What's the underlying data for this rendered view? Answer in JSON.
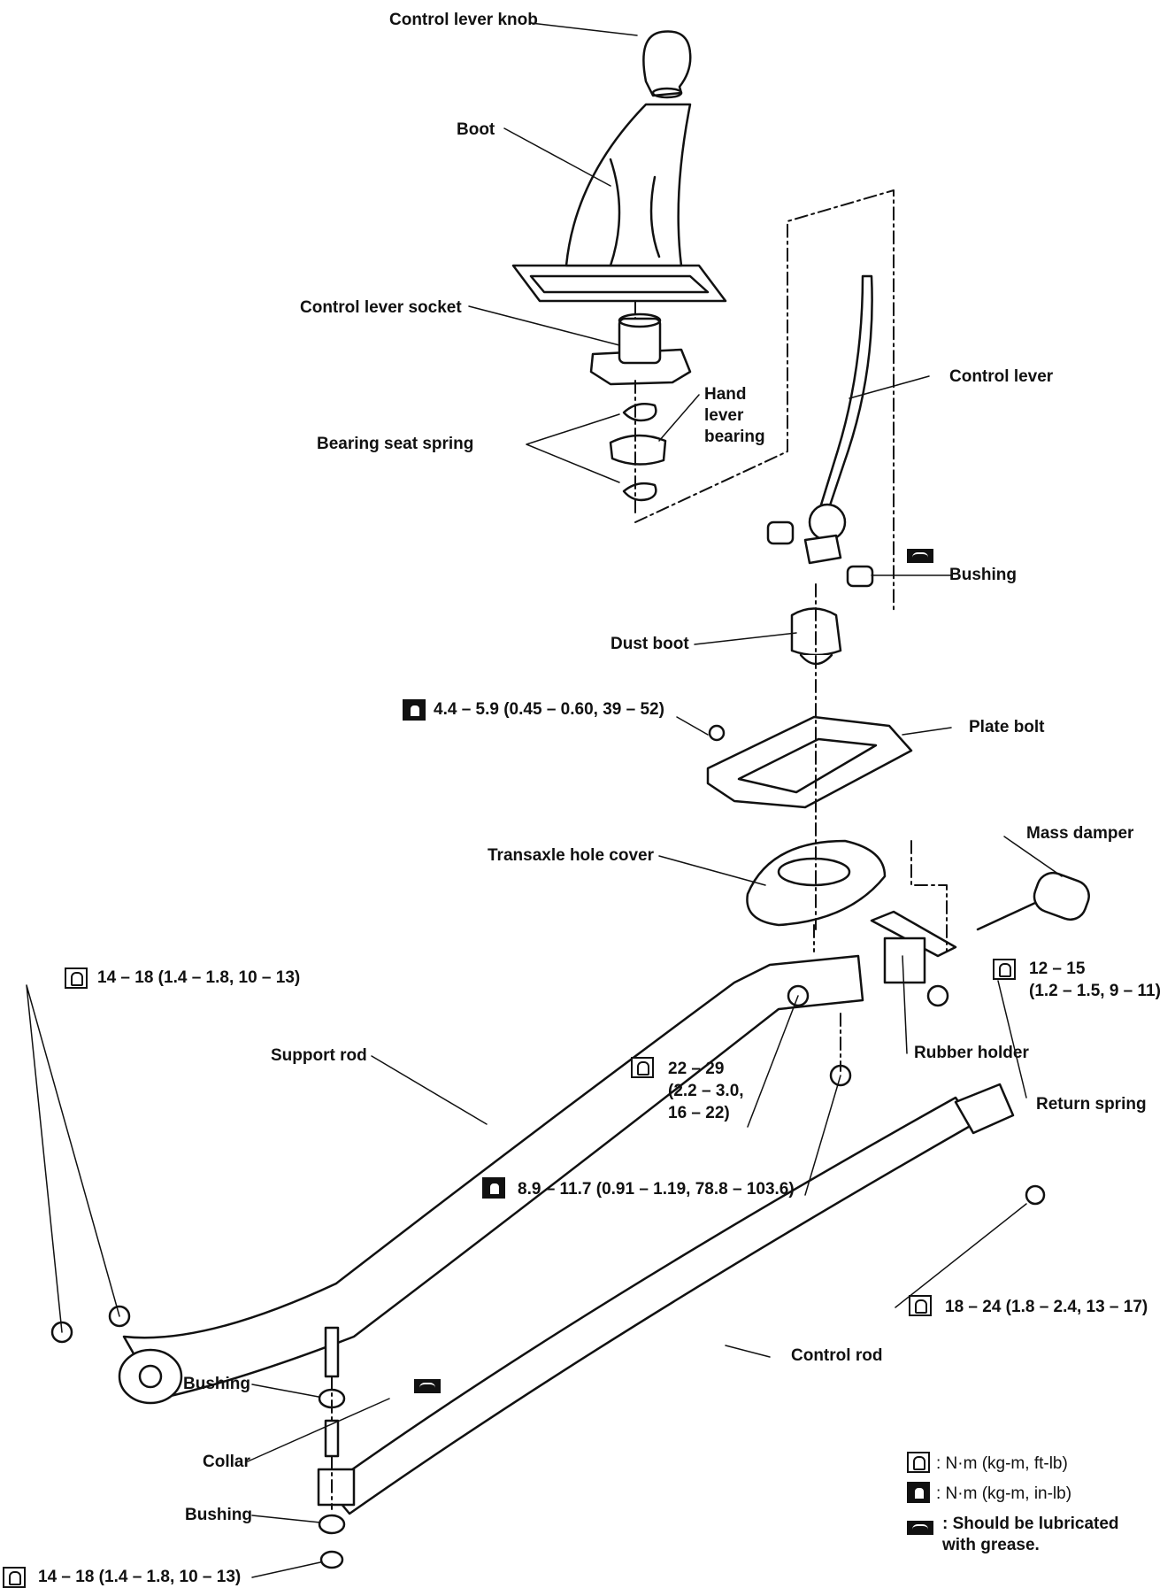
{
  "parts": {
    "control_lever_knob": "Control lever knob",
    "boot": "Boot",
    "control_lever_socket": "Control lever socket",
    "hand_lever_bearing": "Hand lever bearing",
    "bearing_seat_spring": "Bearing seat spring",
    "control_lever": "Control lever",
    "bushing_top": "Bushing",
    "dust_boot": "Dust boot",
    "plate_bolt": "Plate bolt",
    "transaxle_hole_cover": "Transaxle hole cover",
    "mass_damper": "Mass damper",
    "rubber_holder": "Rubber holder",
    "support_rod": "Support rod",
    "return_spring": "Return spring",
    "control_rod": "Control rod",
    "bushing_upper": "Bushing",
    "collar": "Collar",
    "bushing_lower": "Bushing"
  },
  "torques": {
    "plate": "4.4 – 5.9 (0.45 – 0.60, 39 – 52)",
    "left": "14 – 18 (1.4 – 1.8, 10 – 13)",
    "holder_a": "12 – 15",
    "holder_b": "(1.2 – 1.5, 9 – 11)",
    "mid_a": "22 – 29",
    "mid_b": "(2.2 – 3.0,",
    "mid_c": "16 – 22)",
    "lower": "8.9 – 11.7 (0.91 – 1.19, 78.8 – 103.6)",
    "rod_end": "18 – 24 (1.8 – 2.4, 13 – 17)",
    "bottom": "14 – 18 (1.4 – 1.8, 10 – 13)"
  },
  "legend": {
    "nm": ": N·m (kg-m, ft-lb)",
    "nm_in": ": N·m (kg-m, in-lb)",
    "grease": ": Should be lubricated with grease."
  }
}
